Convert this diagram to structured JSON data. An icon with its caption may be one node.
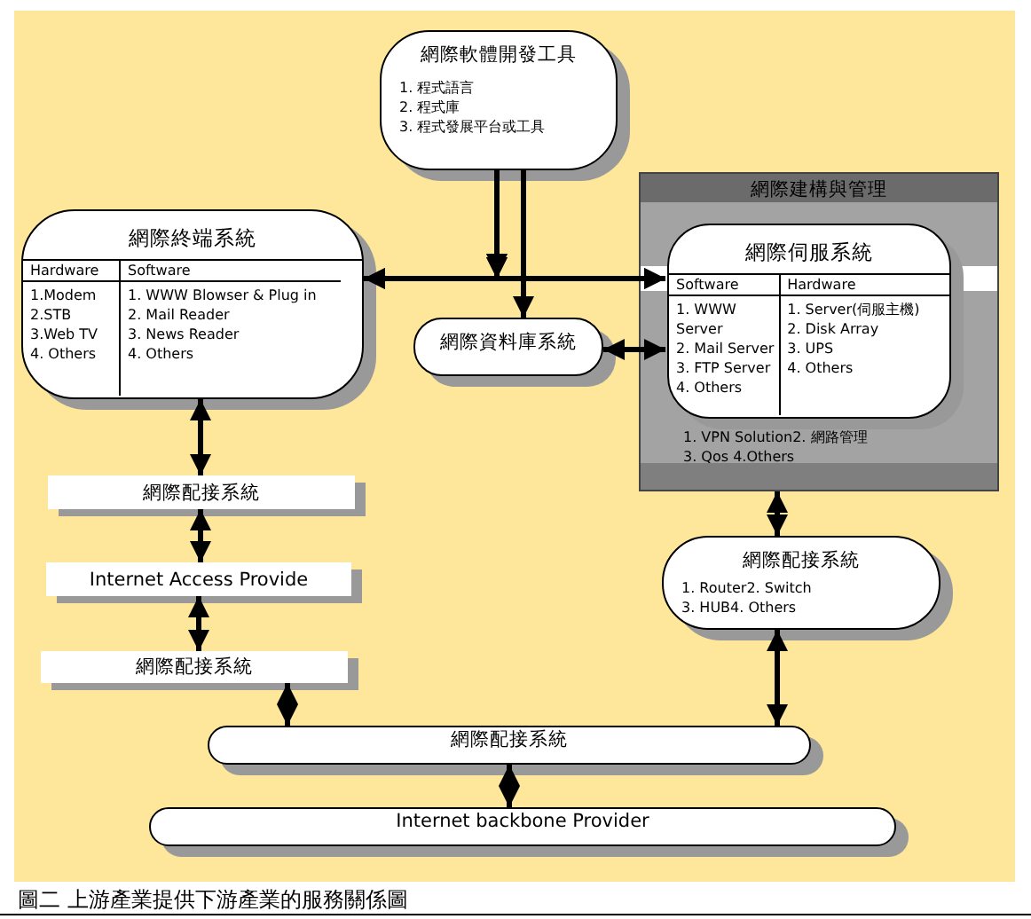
{
  "diagram": {
    "caption": "圖二 上游產業提供下游產業的服務關係圖",
    "nodes": [
      {
        "text": [
          "網際軟體開發工具",
          "1. 程式語言",
          "2. 程式庫",
          "3. 程式發展平台或工具"
        ]
      },
      {
        "text": [
          "網際終端系統",
          "Hardware",
          "Software",
          "1.Modem",
          "2.STB",
          "3.Web TV",
          "4. Others",
          "1. WWW Blowser & Plug in",
          "2. Mail Reader",
          "3. News Reader",
          "4. Others"
        ]
      },
      {
        "text": [
          "網際資料庫系統"
        ]
      },
      {
        "text": [
          "網際建構與管理",
          "1. VPN Solution2. 網路管理",
          "3. Qos 4.Others"
        ]
      },
      {
        "text": [
          "網際伺服系統",
          "Software",
          "Hardware",
          "1. WWW Server",
          "2. Mail Server",
          "3. FTP Server",
          "4. Others",
          "1. Server(伺服主機)",
          "2. Disk Array",
          "3. UPS",
          "4. Others"
        ],
        "in": 3
      },
      {
        "text": [
          "網際配接系統"
        ]
      },
      {
        "text": [
          "Internet Access Provide"
        ]
      },
      {
        "text": [
          "網際配接系統"
        ]
      },
      {
        "text": [
          "網際配接系統",
          "1. Router2. Switch",
          "3. HUB4. Others"
        ]
      },
      {
        "text": [
          "網際配接系統"
        ]
      },
      {
        "text": [
          "Internet backbone Provider"
        ]
      }
    ],
    "edges": [
      {
        "from": 0,
        "to": 1,
        "arrow": "to"
      },
      {
        "from": 0,
        "to": 2,
        "arrow": "to"
      },
      {
        "from": 1,
        "to": 4,
        "arrow": "both"
      },
      {
        "from": 2,
        "to": 4,
        "arrow": "both"
      },
      {
        "from": 1,
        "to": 5,
        "arrow": "both"
      },
      {
        "from": 5,
        "to": 6,
        "arrow": "both"
      },
      {
        "from": 6,
        "to": 7,
        "arrow": "both"
      },
      {
        "from": 7,
        "to": 9,
        "arrow": "both"
      },
      {
        "from": 3,
        "to": 8,
        "arrow": "both"
      },
      {
        "from": 8,
        "to": 9,
        "arrow": "both"
      },
      {
        "from": 9,
        "to": 10,
        "arrow": "both"
      },
      {
        "from": 0,
        "to": 4,
        "arrow": "to"
      }
    ]
  }
}
